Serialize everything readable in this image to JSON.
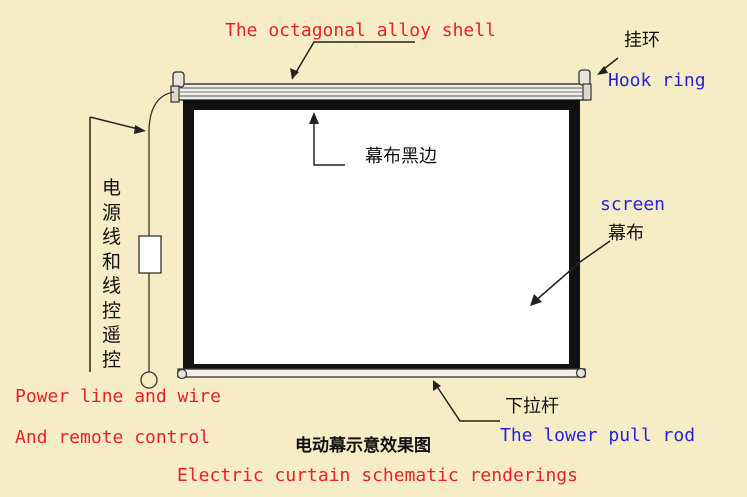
{
  "labels": {
    "shell": "The octagonal alloy shell",
    "hook_zh": "挂环",
    "hook_en": "Hook ring",
    "border_zh": "幕布黑边",
    "screen_en": "screen",
    "screen_zh": "幕布",
    "power_zh": "电源线和线控遥控",
    "power_en_1": "Power line and wire",
    "power_en_2": "And remote control",
    "rod_zh": "下拉杆",
    "rod_en": "The lower pull rod",
    "title_zh": "电动幕示意效果图",
    "title_en": "Electric curtain schematic renderings"
  },
  "colors": {
    "background": "#f6edc6",
    "label_red": "#e8202a",
    "label_blue": "#2424d8",
    "line_dark": "#111111"
  }
}
